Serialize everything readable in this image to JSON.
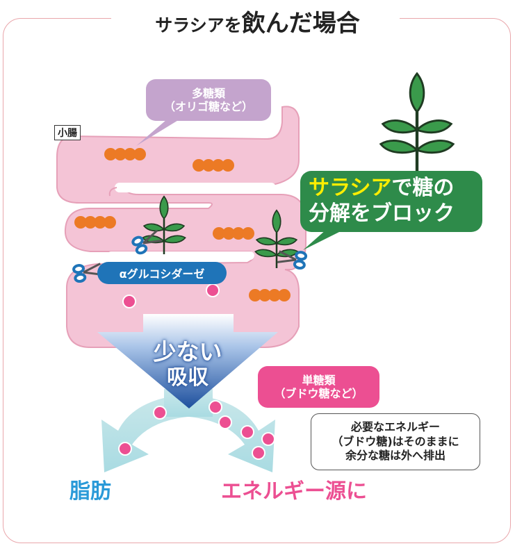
{
  "title": {
    "part1": "サラシアを",
    "part2": "飲んだ場合"
  },
  "small_intestine_label": "小腸",
  "polysaccharide_bubble": {
    "line1": "多糖類",
    "line2": "（オリゴ糖など）"
  },
  "salacia_bubble": {
    "highlight": "サラシア",
    "line1_rest": "で糖の",
    "line2": "分解をブロック"
  },
  "enzyme_label": "αグルコシダーゼ",
  "arrow_text": {
    "line1": "少ない",
    "line2": "吸収"
  },
  "monosaccharide_bubble": {
    "line1": "単糖類",
    "line2": "（ブドウ糖など）"
  },
  "info_box": {
    "line1": "必要なエネルギー",
    "line2": "（ブドウ糖)はそのままに",
    "line3": "余分な糖は外へ排出"
  },
  "outcome_left": "脂肪",
  "outcome_right": "エネルギー源に",
  "colors": {
    "intestine_fill": "#f4c4d6",
    "intestine_stroke": "#e6a0b8",
    "sugar_chain": "#ec7a25",
    "glucose": "#ec4f92",
    "leaf": "#3a9a4b",
    "enzyme": "#1f74b8",
    "arrow": "#24509a"
  }
}
